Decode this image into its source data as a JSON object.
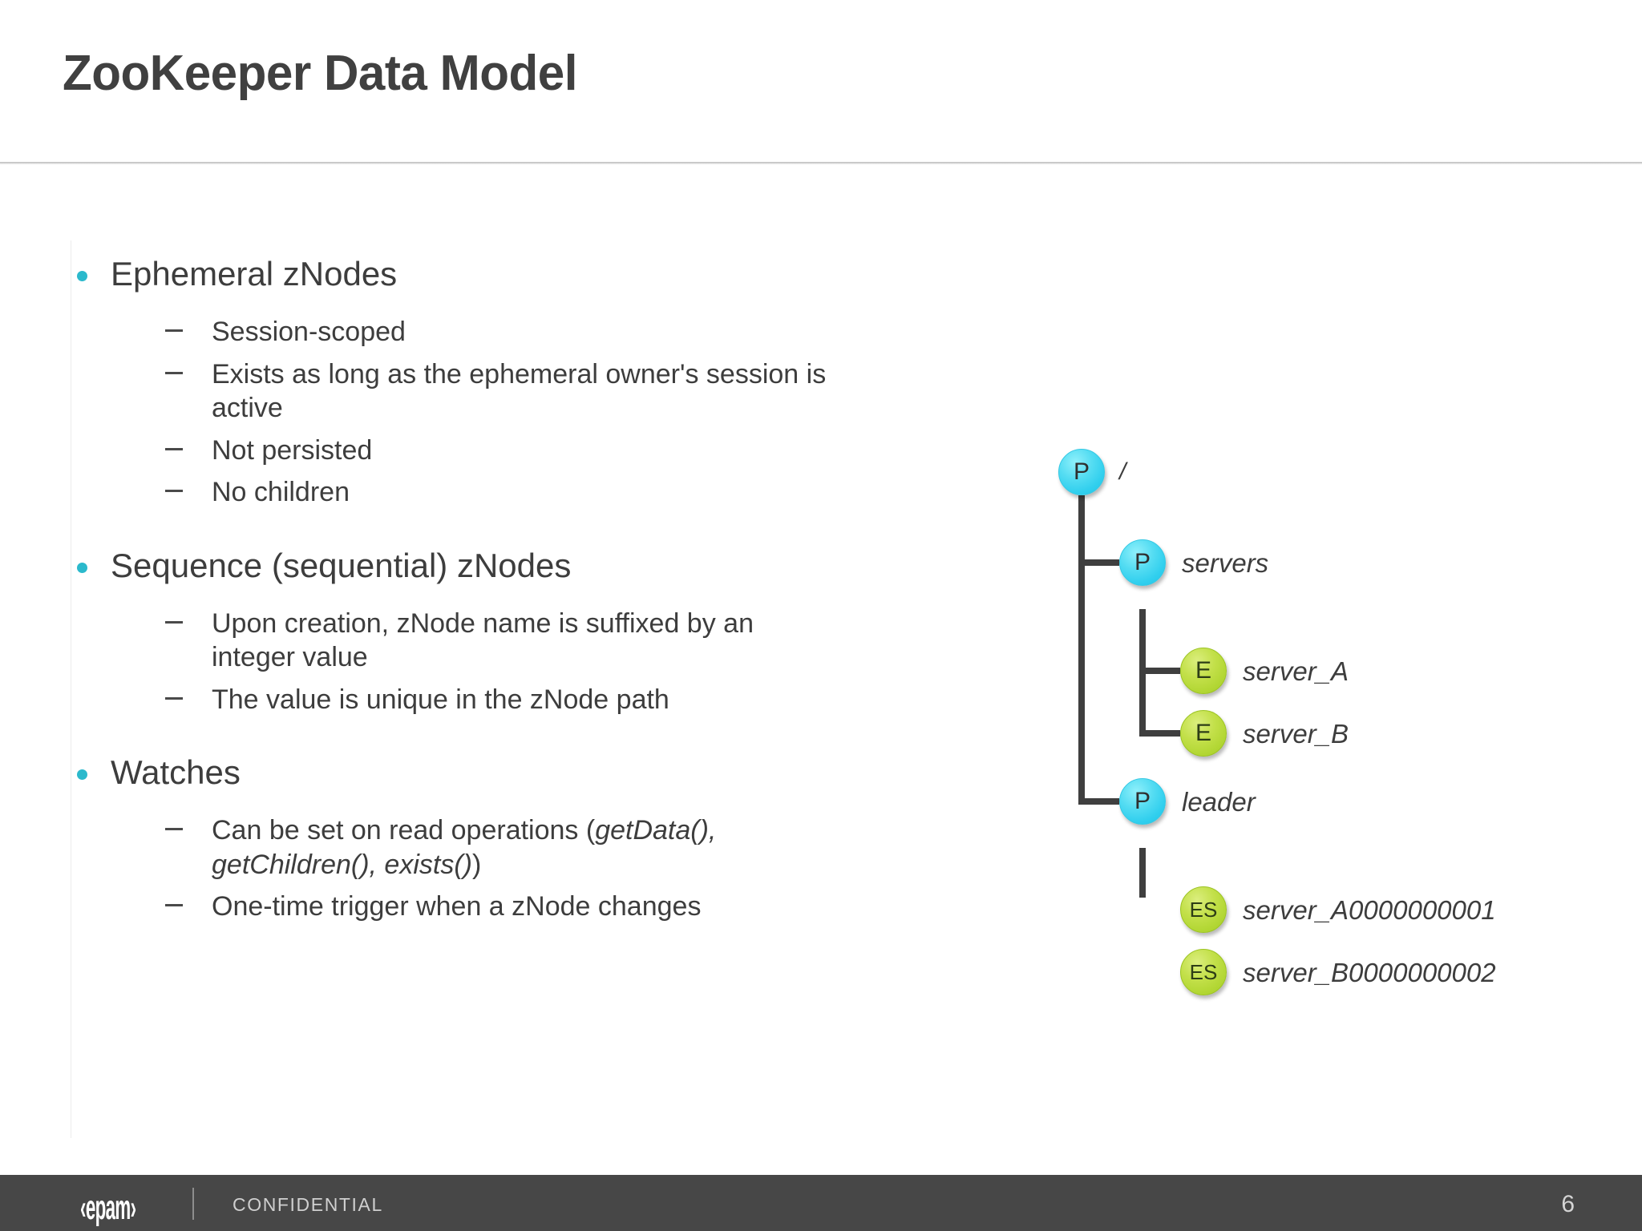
{
  "slide": {
    "title": "ZooKeeper Data Model",
    "accent_color": "#2bb9cc",
    "text_color": "#3d3d3d"
  },
  "content": {
    "sections": [
      {
        "heading": "Ephemeral zNodes",
        "items": [
          {
            "text": "Session-scoped"
          },
          {
            "text": "Exists as long as the ephemeral owner's session is active"
          },
          {
            "text": "Not persisted"
          },
          {
            "text": "No children"
          }
        ]
      },
      {
        "heading": "Sequence (sequential) zNodes",
        "items": [
          {
            "text": "Upon creation, zNode name is suffixed by an integer value"
          },
          {
            "text": "The value is unique in the zNode path"
          }
        ]
      },
      {
        "heading": "Watches",
        "items": [
          {
            "text_before": "Can be set on read operations (",
            "italic": "getData(), getChildren(), exists()",
            "text_after": ")"
          },
          {
            "text": "One-time trigger when a zNode changes"
          }
        ]
      }
    ]
  },
  "diagram": {
    "type": "tree",
    "node_colors": {
      "persistent": "#31cfee",
      "ephemeral": "#b3d735"
    },
    "nodes": [
      {
        "id": "root",
        "badge": "P",
        "label": "/",
        "kind": "persistent",
        "depth": 0
      },
      {
        "id": "servers",
        "badge": "P",
        "label": "servers",
        "kind": "persistent",
        "depth": 1
      },
      {
        "id": "server_a",
        "badge": "E",
        "label": "server_A",
        "kind": "ephemeral",
        "depth": 2
      },
      {
        "id": "server_b",
        "badge": "E",
        "label": "server_B",
        "kind": "ephemeral",
        "depth": 2
      },
      {
        "id": "leader",
        "badge": "P",
        "label": "leader",
        "kind": "persistent",
        "depth": 1
      },
      {
        "id": "seq_a",
        "badge": "ES",
        "label": "server_A0000000001",
        "kind": "ephemeral",
        "depth": 2
      },
      {
        "id": "seq_b",
        "badge": "ES",
        "label": "server_B0000000002",
        "kind": "ephemeral",
        "depth": 2
      }
    ]
  },
  "footer": {
    "logo": "‹epam›",
    "confidential": "CONFIDENTIAL",
    "page_number": "6"
  }
}
